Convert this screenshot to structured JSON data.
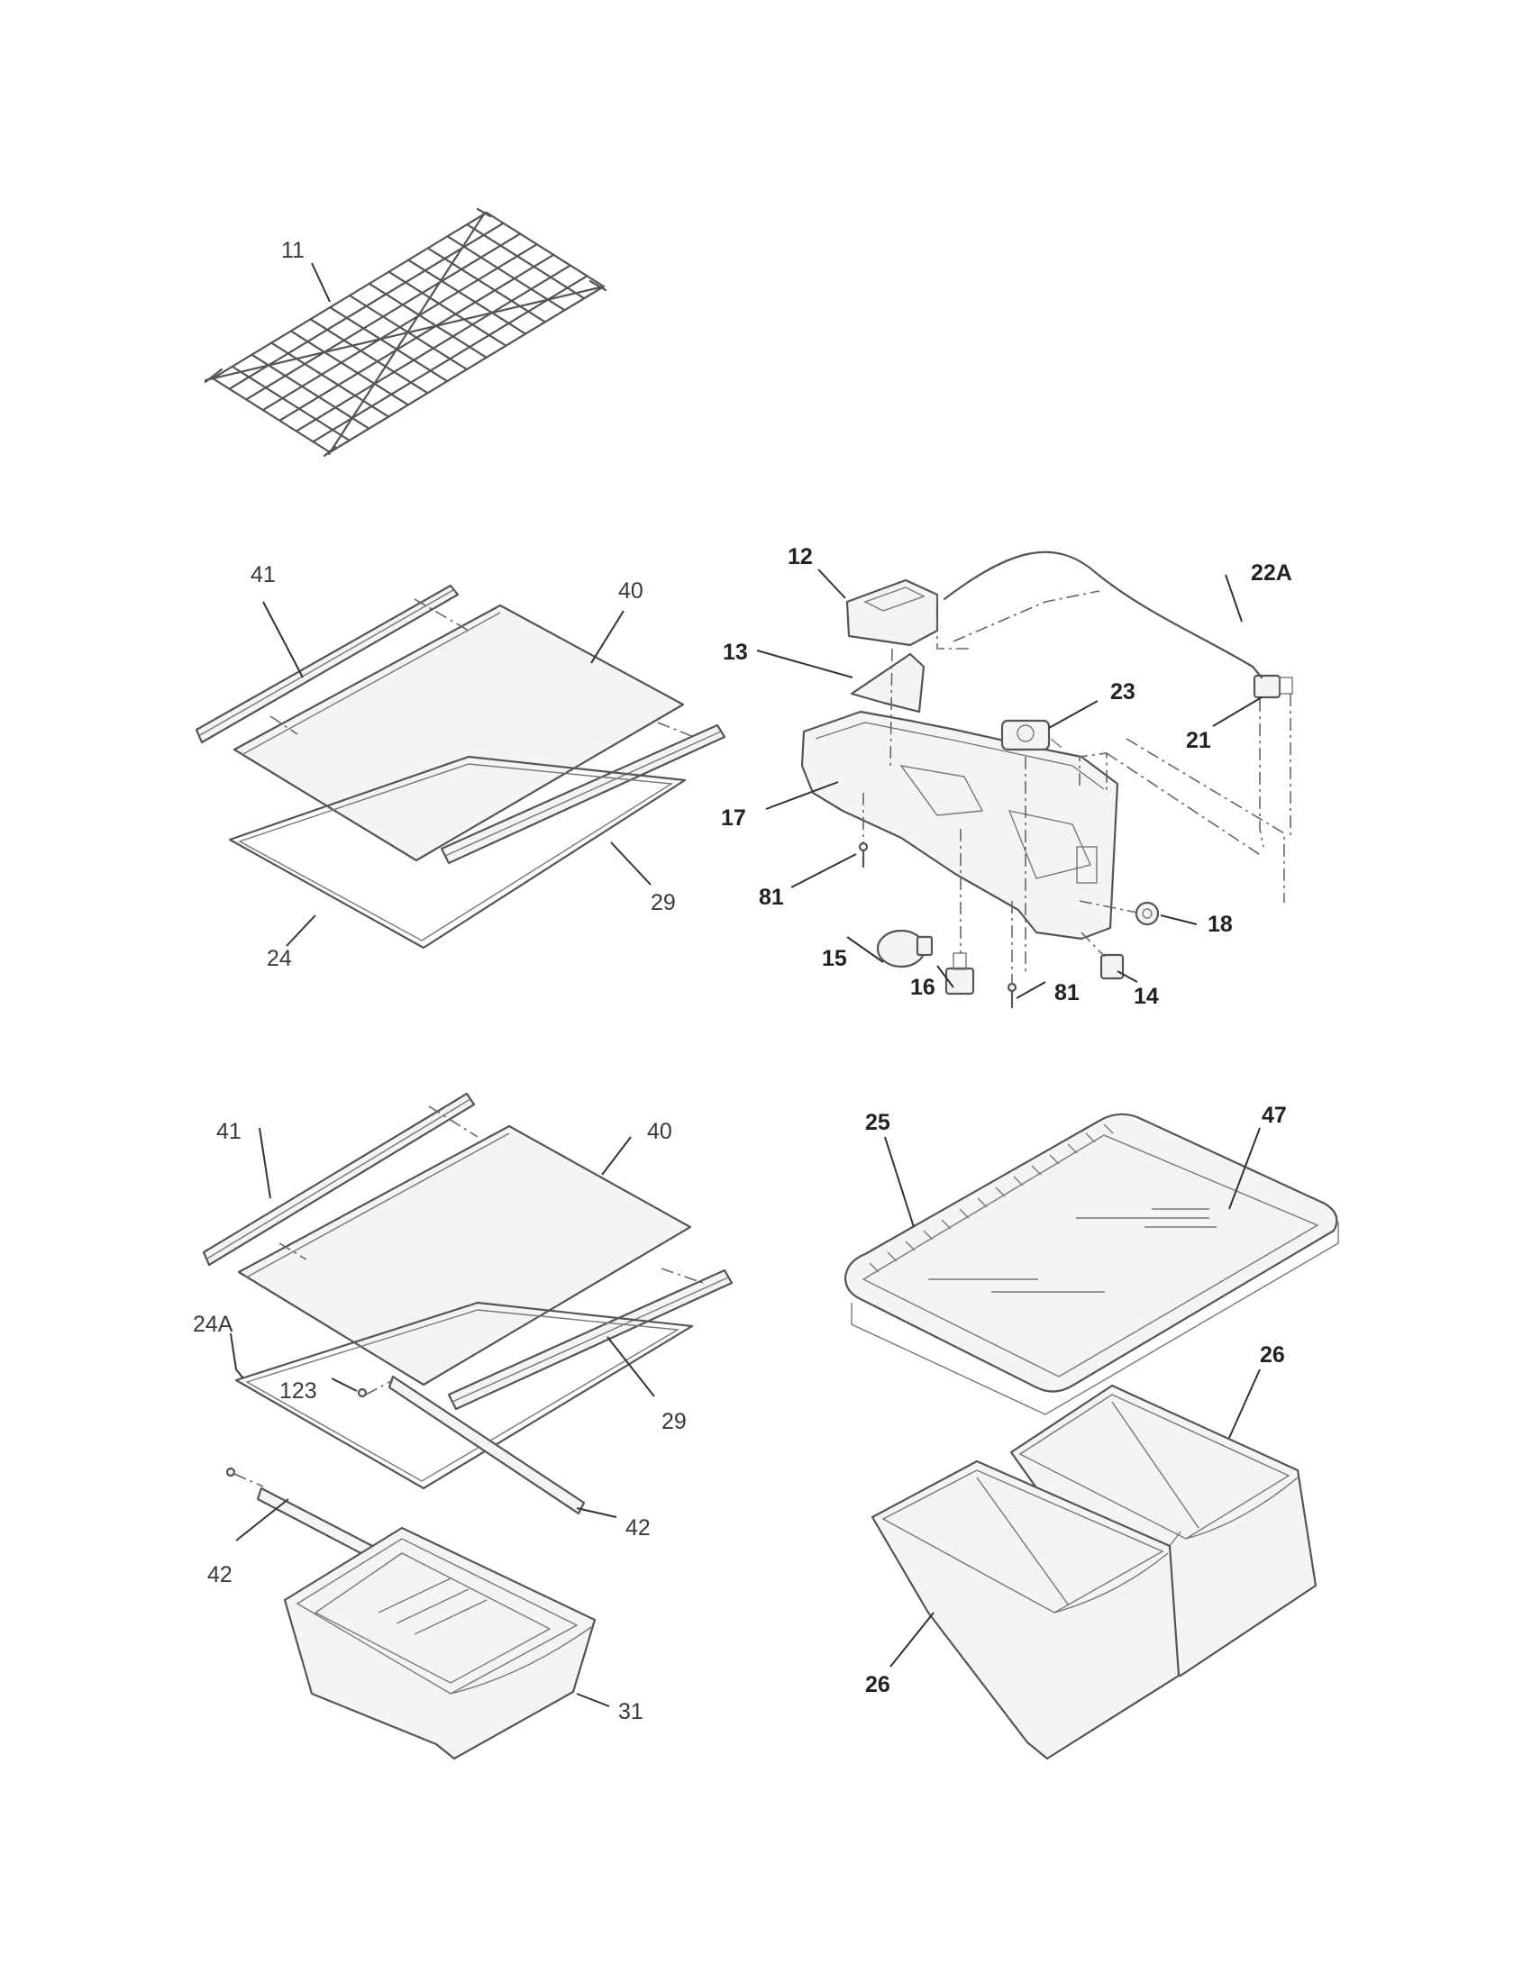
{
  "labels": {
    "l11": "11",
    "l41a": "41",
    "l40a": "40",
    "l29a": "29",
    "l24": "24",
    "l12": "12",
    "l13": "13",
    "l17": "17",
    "l81a": "81",
    "l15": "15",
    "l16": "16",
    "l81b": "81",
    "l14": "14",
    "l18": "18",
    "l23": "23",
    "l22a": "22A",
    "l21": "21",
    "l41b": "41",
    "l40b": "40",
    "l24a": "24A",
    "l123": "123",
    "l29b": "29",
    "l42a": "42",
    "l42b": "42",
    "l31": "31",
    "l25": "25",
    "l47": "47",
    "l26a": "26",
    "l26b": "26"
  }
}
